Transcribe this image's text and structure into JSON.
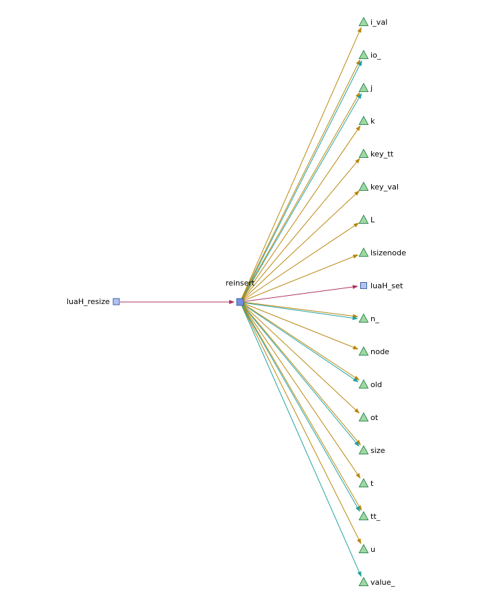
{
  "graph": {
    "colors": {
      "call_edge": "#b03060",
      "read_edge": "#b8860b",
      "write_edge": "#20a0a0",
      "function_fill": "#b0c4f0",
      "function_stroke": "#4060a0",
      "focus_fill": "#7090e0",
      "variable_fill": "#a0d8a0",
      "variable_stroke": "#2e8b57"
    },
    "caller": {
      "label": "luaH_resize",
      "kind": "function"
    },
    "focus": {
      "label": "reinsert",
      "kind": "function"
    },
    "targets": [
      {
        "label": "i_val",
        "kind": "variable",
        "edges": [
          "read"
        ]
      },
      {
        "label": "io_",
        "kind": "variable",
        "edges": [
          "read",
          "write"
        ]
      },
      {
        "label": "j",
        "kind": "variable",
        "edges": [
          "read",
          "write"
        ]
      },
      {
        "label": "k",
        "kind": "variable",
        "edges": [
          "read"
        ]
      },
      {
        "label": "key_tt",
        "kind": "variable",
        "edges": [
          "read"
        ]
      },
      {
        "label": "key_val",
        "kind": "variable",
        "edges": [
          "read"
        ]
      },
      {
        "label": "L",
        "kind": "variable",
        "edges": [
          "read"
        ]
      },
      {
        "label": "lsizenode",
        "kind": "variable",
        "edges": [
          "read"
        ]
      },
      {
        "label": "luaH_set",
        "kind": "function",
        "edges": [
          "call"
        ]
      },
      {
        "label": "n_",
        "kind": "variable",
        "edges": [
          "read",
          "write"
        ]
      },
      {
        "label": "node",
        "kind": "variable",
        "edges": [
          "read"
        ]
      },
      {
        "label": "old",
        "kind": "variable",
        "edges": [
          "read",
          "write"
        ]
      },
      {
        "label": "ot",
        "kind": "variable",
        "edges": [
          "read"
        ]
      },
      {
        "label": "size",
        "kind": "variable",
        "edges": [
          "read",
          "write"
        ]
      },
      {
        "label": "t",
        "kind": "variable",
        "edges": [
          "read"
        ]
      },
      {
        "label": "tt_",
        "kind": "variable",
        "edges": [
          "read",
          "write"
        ]
      },
      {
        "label": "u",
        "kind": "variable",
        "edges": [
          "read"
        ]
      },
      {
        "label": "value_",
        "kind": "variable",
        "edges": [
          "write"
        ]
      }
    ]
  }
}
